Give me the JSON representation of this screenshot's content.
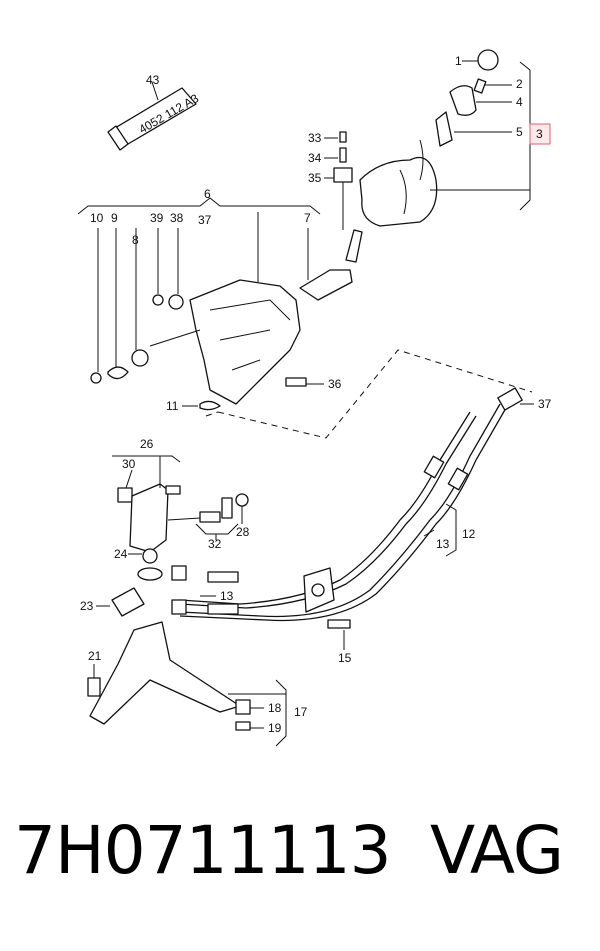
{
  "callouts": [
    "1",
    "2",
    "3",
    "4",
    "5",
    "6",
    "7",
    "8",
    "9",
    "10",
    "11",
    "12",
    "13",
    "15",
    "17",
    "18",
    "19",
    "21",
    "23",
    "24",
    "26",
    "28",
    "30",
    "32",
    "33",
    "34",
    "35",
    "36",
    "37",
    "38",
    "39",
    "43"
  ],
  "callouts_extra": {
    "label37b": "37",
    "label13b": "13"
  },
  "tube_text": "4052 112 A3",
  "caption": {
    "part_number": "7H0711113",
    "brand": "VAG"
  },
  "highlight_color": "#e06070"
}
